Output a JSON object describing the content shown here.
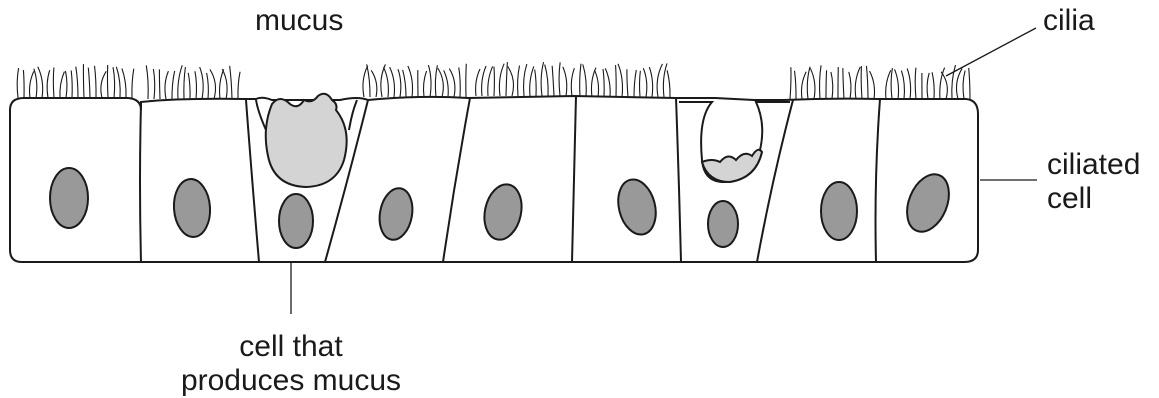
{
  "labels": {
    "mucus": "mucus",
    "cilia": "cilia",
    "ciliated_cell": [
      "ciliated",
      "cell"
    ],
    "mucus_cell": [
      "cell that",
      "produces mucus"
    ]
  },
  "colors": {
    "outline": "#1a1a1a",
    "nucleus": "#999999",
    "mucus": "#d4d4d4",
    "background": "#ffffff"
  }
}
